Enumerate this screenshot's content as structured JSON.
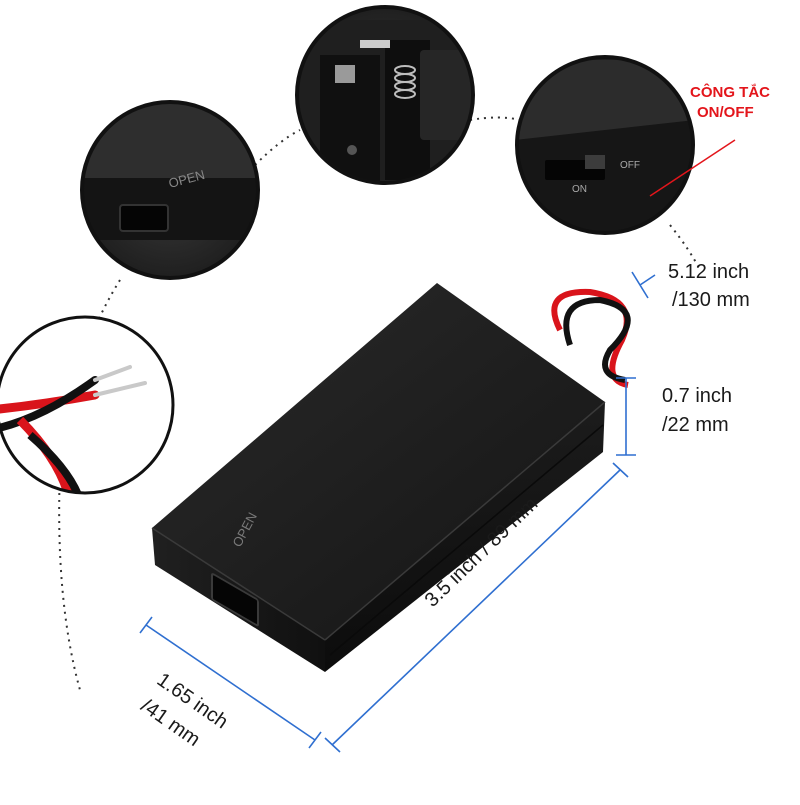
{
  "dimensions": {
    "cable_length": {
      "line1": "5.12 inch",
      "line2": "/130 mm"
    },
    "height": {
      "line1": "0.7 inch",
      "line2": "/22 mm"
    },
    "length": "3.5 inch / 89 mm",
    "width": {
      "line1": "1.65 inch",
      "line2": "/41 mm"
    }
  },
  "callout": {
    "line1": "CÔNG TẮC",
    "line2": "ON/OFF"
  },
  "product_labels": {
    "open_mark": "OPEN",
    "switch_on": "ON",
    "switch_off": "OFF"
  },
  "colors": {
    "accent_red": "#e3151b",
    "dimension_blue": "#2f6fd0",
    "case_black": "#1b1b1b",
    "wire_red": "#d9141b",
    "wire_black": "#111111"
  }
}
